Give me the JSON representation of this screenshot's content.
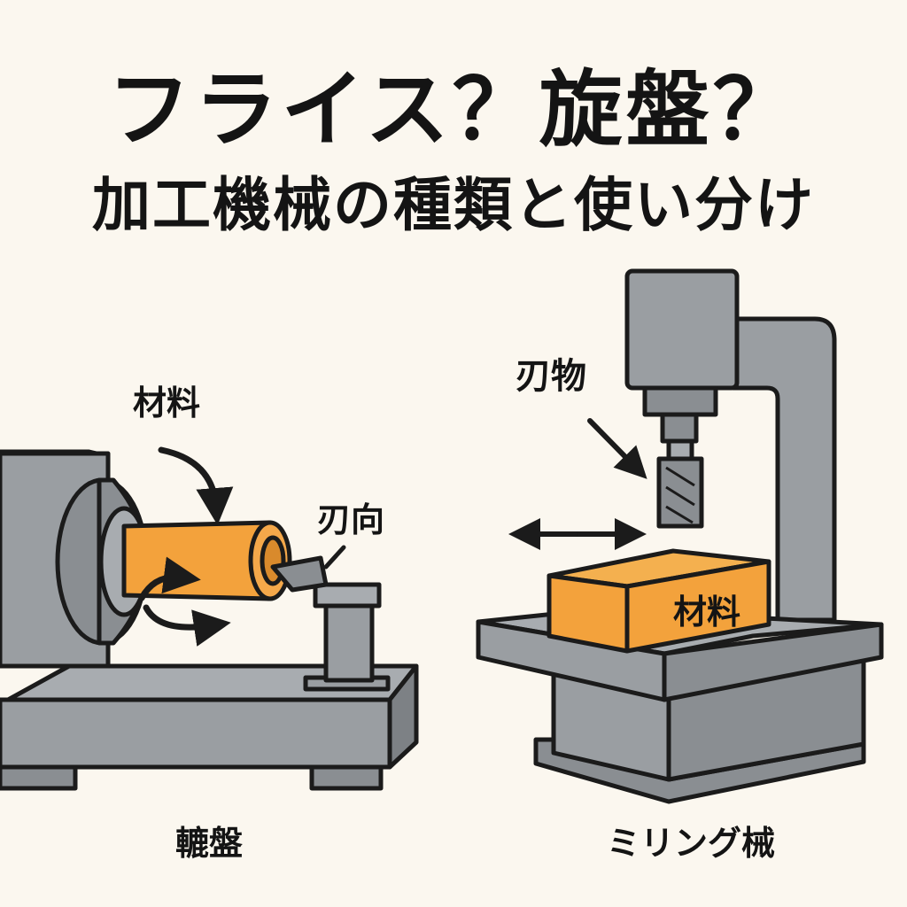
{
  "title": {
    "line1": "フライス？旋盤？",
    "line2": "加工機械の種類と使い分け"
  },
  "lathe": {
    "material_label": "材料",
    "tool_label": "刃向",
    "caption": "轆盤"
  },
  "mill": {
    "tool_label": "刃物",
    "material_label": "材料",
    "caption": "ミリング械"
  },
  "colors": {
    "background": "#fbf7ef",
    "machine_gray": "#9a9ea2",
    "machine_dark": "#7d8185",
    "material_orange": "#f3a23c",
    "outline": "#1b1b1b"
  }
}
